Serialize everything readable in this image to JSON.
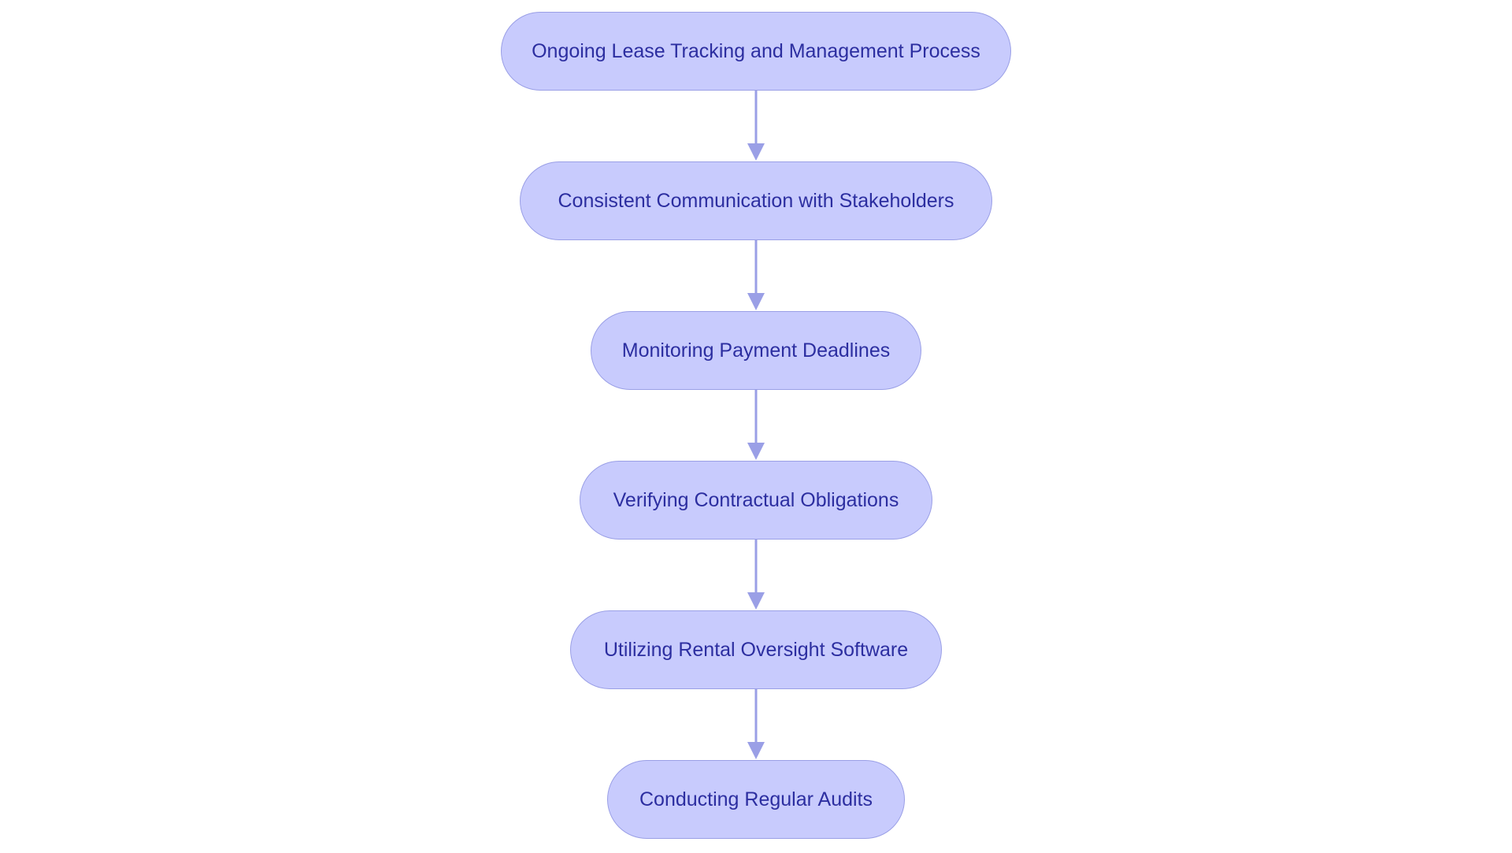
{
  "diagram": {
    "type": "flowchart",
    "direction": "top-to-bottom",
    "colors": {
      "node_fill": "#c8cbfd",
      "node_border": "#9a9fe6",
      "node_text": "#2c2ea0",
      "edge": "#9a9fe6"
    },
    "nodes": [
      {
        "id": "n1",
        "label": "Ongoing Lease Tracking and Management Process"
      },
      {
        "id": "n2",
        "label": "Consistent Communication with Stakeholders"
      },
      {
        "id": "n3",
        "label": "Monitoring Payment Deadlines"
      },
      {
        "id": "n4",
        "label": "Verifying Contractual Obligations"
      },
      {
        "id": "n5",
        "label": "Utilizing Rental Oversight Software"
      },
      {
        "id": "n6",
        "label": "Conducting Regular Audits"
      }
    ],
    "edges": [
      {
        "from": "n1",
        "to": "n2"
      },
      {
        "from": "n2",
        "to": "n3"
      },
      {
        "from": "n3",
        "to": "n4"
      },
      {
        "from": "n4",
        "to": "n5"
      },
      {
        "from": "n5",
        "to": "n6"
      }
    ]
  }
}
